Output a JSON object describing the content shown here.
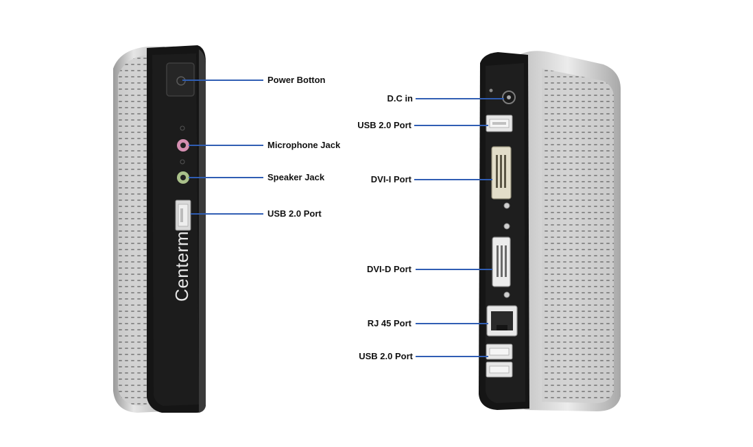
{
  "brand": "Centerm",
  "colors": {
    "leader_line": "#2f5db3",
    "device_black": "#151515",
    "device_silver": "#c9c9c9"
  },
  "front_labels": [
    {
      "id": "power",
      "text": "Power Botton"
    },
    {
      "id": "mic",
      "text": "Microphone Jack"
    },
    {
      "id": "speaker",
      "text": "Speaker Jack"
    },
    {
      "id": "usb_front",
      "text": "USB 2.0 Port"
    }
  ],
  "rear_labels": [
    {
      "id": "dc",
      "text": "D.C  in"
    },
    {
      "id": "usb_rear_top",
      "text": "USB  2.0 Port"
    },
    {
      "id": "dvi_i",
      "text": "DVI-I Port"
    },
    {
      "id": "dvi_d",
      "text": "DVI-D Port"
    },
    {
      "id": "rj45",
      "text": "RJ 45 Port"
    },
    {
      "id": "usb_rear_bottom",
      "text": "USB  2.0 Port"
    }
  ]
}
